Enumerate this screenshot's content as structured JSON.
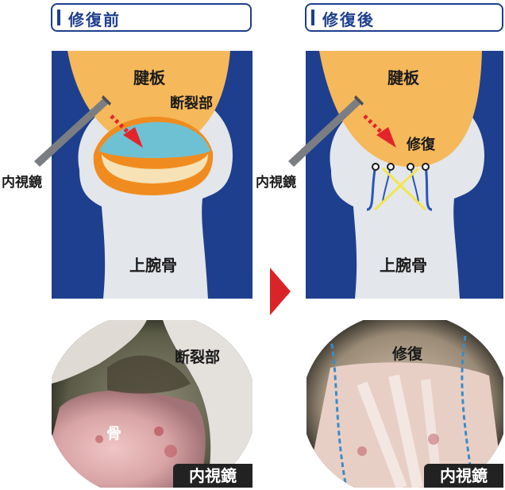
{
  "before": {
    "header": "修復前",
    "diagram": {
      "tendon_label": "腱板",
      "tear_label": "断裂部",
      "bone_label": "上腕骨",
      "scope_label": "内視鏡"
    },
    "photo": {
      "tear_label": "断裂部",
      "bone_label": "骨",
      "badge": "内視鏡"
    }
  },
  "after": {
    "header": "修復後",
    "diagram": {
      "tendon_label": "腱板",
      "repair_label": "修復",
      "bone_label": "上腕骨",
      "scope_label": "内視鏡"
    },
    "photo": {
      "repair_label": "修復",
      "badge": "内視鏡"
    }
  },
  "colors": {
    "navy": "#1e3f8e",
    "tendon": "#f5b85a",
    "tear_orange": "#f08c1f",
    "tear_blue": "#6ec1d2",
    "bone": "#e3e6ea",
    "arrow_red": "#e3242b",
    "suture_blue": "#2a56b5",
    "suture_yellow": "#f2e54c",
    "photo_badge": "#222222"
  }
}
